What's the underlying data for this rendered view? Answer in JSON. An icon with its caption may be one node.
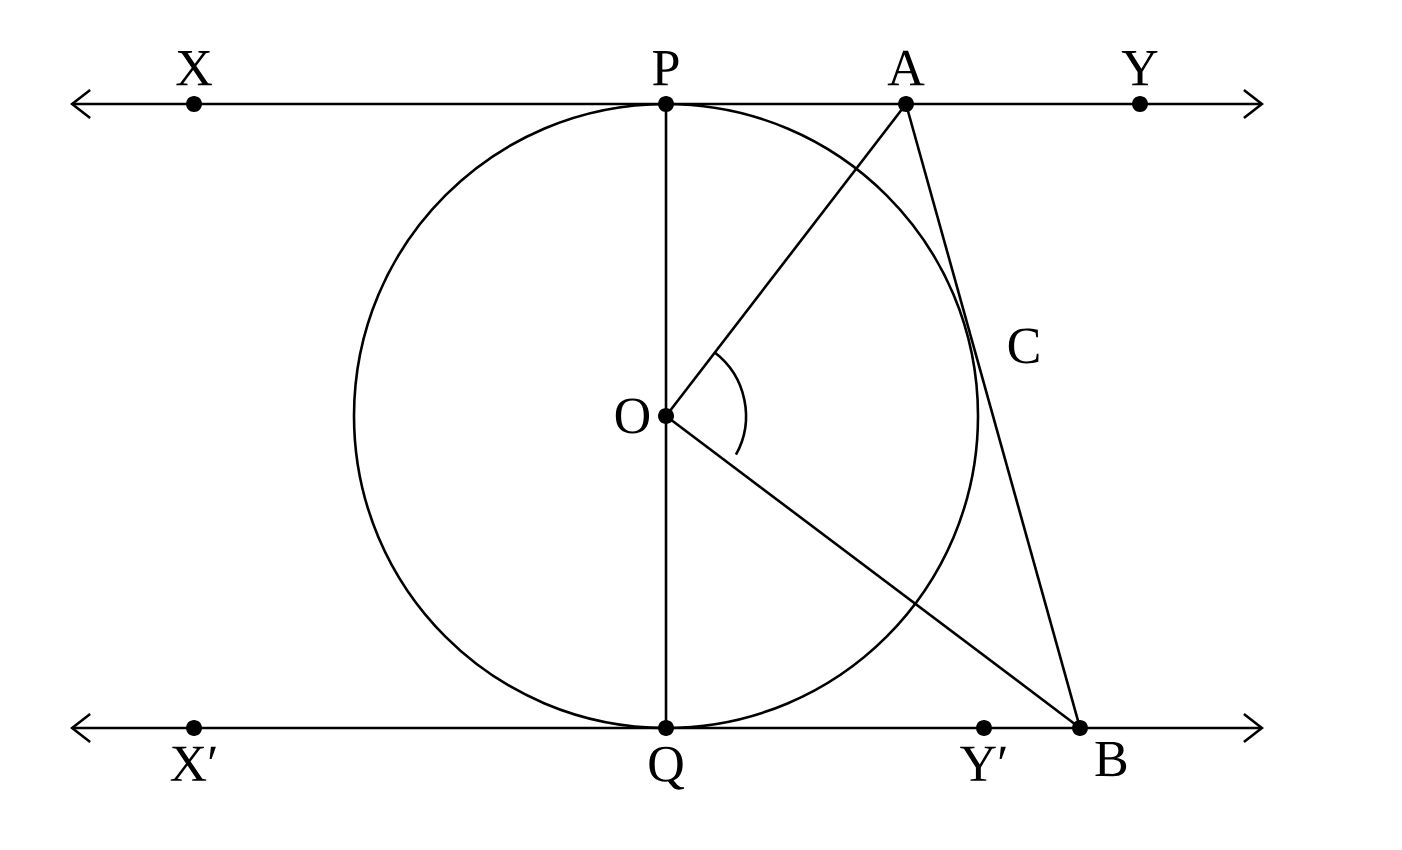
{
  "diagram": {
    "nodes": [
      {
        "text": [
          "X"
        ]
      },
      {
        "text": [
          "P"
        ]
      },
      {
        "text": [
          "A"
        ]
      },
      {
        "text": [
          "Y"
        ]
      },
      {
        "text": [
          "O"
        ]
      },
      {
        "text": [
          "X′"
        ]
      },
      {
        "text": [
          "Q"
        ]
      },
      {
        "text": [
          "Y′"
        ]
      },
      {
        "text": [
          "B"
        ]
      }
    ],
    "edges": [
      {
        "from": 1,
        "to": 6,
        "arrow": "none"
      },
      {
        "from": 4,
        "to": 2,
        "arrow": "none"
      },
      {
        "from": 4,
        "to": 8,
        "arrow": "none"
      },
      {
        "from": 2,
        "to": 8,
        "arrow": "none"
      }
    ],
    "labels": [
      "C"
    ]
  }
}
